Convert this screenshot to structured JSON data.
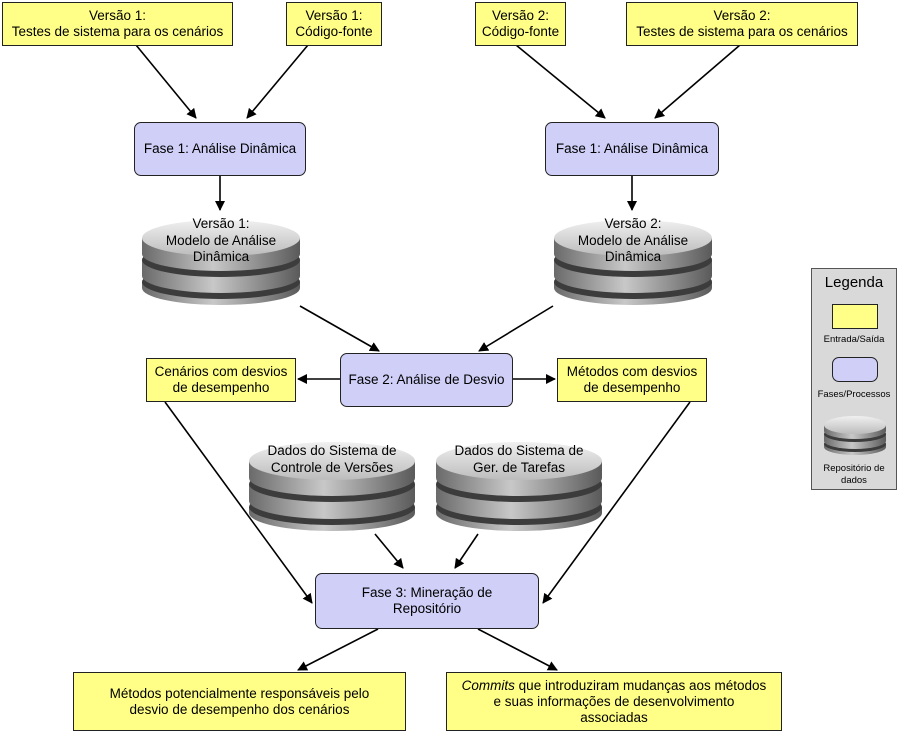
{
  "inputs": {
    "v1_tests": {
      "line1": "Versão 1:",
      "line2": "Testes de sistema para os cenários"
    },
    "v1_code": {
      "line1": "Versão 1:",
      "line2": "Código-fonte"
    },
    "v2_code": {
      "line1": "Versão 2:",
      "line2": "Código-fonte"
    },
    "v2_tests": {
      "line1": "Versão 2:",
      "line2": "Testes de sistema para os cenários"
    }
  },
  "phases": {
    "phase1_left": "Fase 1: Análise Dinâmica",
    "phase1_right": "Fase 1: Análise Dinâmica",
    "phase2": "Fase 2: Análise de Desvio",
    "phase3": {
      "line1": "Fase 3: Mineração de",
      "line2": "Repositório"
    }
  },
  "repositories": {
    "v1_model": {
      "line1": "Versão 1:",
      "line2": "Modelo de Análise",
      "line3": "Dinâmica"
    },
    "v2_model": {
      "line1": "Versão 2:",
      "line2": "Modelo de Análise",
      "line3": "Dinâmica"
    },
    "vcs": {
      "line1": "Dados do Sistema de",
      "line2": "Controle de Versões"
    },
    "tasks": {
      "line1": "Dados do Sistema de",
      "line2": "Ger. de Tarefas"
    }
  },
  "intermediate": {
    "scenarios": {
      "line1": "Cenários com desvios",
      "line2": "de desempenho"
    },
    "methods": {
      "line1": "Métodos com desvios",
      "line2": "de desempenho"
    }
  },
  "outputs": {
    "methods_responsible": {
      "line1": "Métodos potencialmente responsáveis pelo",
      "line2": "desvio de desempenho dos cenários"
    },
    "commits": {
      "line1_italic": "Commits",
      "line1_rest": " que introduziram mudanças aos métodos",
      "line2": "e suas informações de desenvolvimento",
      "line3": "associadas"
    }
  },
  "legend": {
    "title": "Legenda",
    "io": "Entrada/Saída",
    "process": "Fases/Processos",
    "repo_line1": "Repositório de",
    "repo_line2": "dados"
  },
  "colors": {
    "io_fill": "#ffff88",
    "process_fill": "#cfcff8",
    "legend_bg": "#d9d9d9",
    "db_light": "#e0e0e0",
    "db_dark": "#555555"
  }
}
